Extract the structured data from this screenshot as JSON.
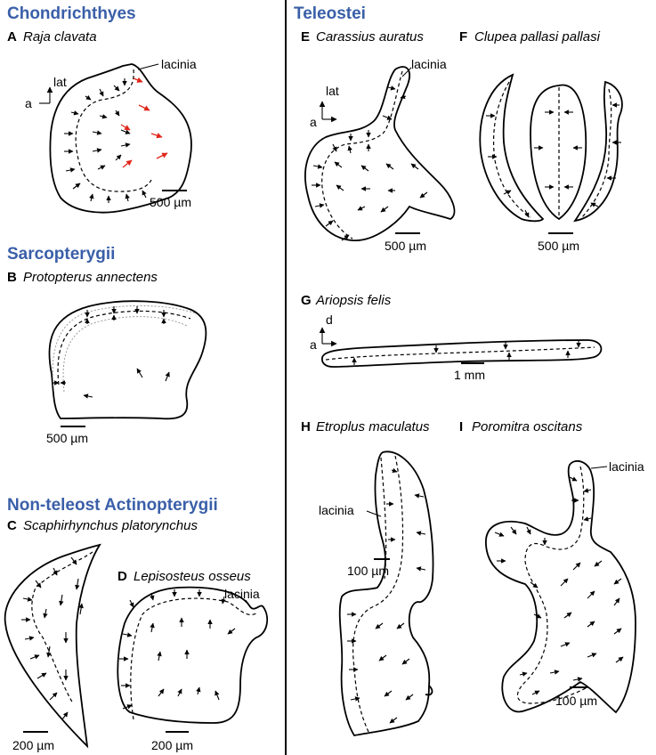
{
  "groups": {
    "chondrichthyes": "Chondrichthyes",
    "sarcopterygii": "Sarcopterygii",
    "non_teleost": "Non-teleost Actinopterygii",
    "teleostei": "Teleostei"
  },
  "panels": {
    "A": {
      "letter": "A",
      "species": "Raja clavata",
      "scale": "500 µm",
      "label": "lacinia"
    },
    "B": {
      "letter": "B",
      "species": "Protopterus annectens",
      "scale": "500 µm"
    },
    "C": {
      "letter": "C",
      "species": "Scaphirhynchus platorynchus",
      "scale": "200 µm"
    },
    "D": {
      "letter": "D",
      "species": "Lepisosteus osseus",
      "scale": "200 µm",
      "label": "lacinia"
    },
    "E": {
      "letter": "E",
      "species": "Carassius auratus",
      "scale": "500 µm",
      "label": "lacinia"
    },
    "F": {
      "letter": "F",
      "species": "Clupea pallasi pallasi",
      "scale": "500 µm"
    },
    "G": {
      "letter": "G",
      "species": "Ariopsis felis",
      "scale": "1 mm"
    },
    "H": {
      "letter": "H",
      "species": "Etroplus maculatus",
      "scale": "100 µm",
      "label": "lacinia"
    },
    "I": {
      "letter": "I",
      "species": "Poromitra oscitans",
      "scale": "100 µm",
      "label": "lacinia"
    }
  },
  "axes": {
    "A": {
      "vertical": "lat",
      "horizontal": "a"
    },
    "E": {
      "vertical": "lat",
      "horizontal": "a"
    },
    "G": {
      "vertical": "d",
      "horizontal": "a"
    }
  },
  "colors": {
    "group_heading": "#3a5fa8",
    "red_arrow": "#e0261a"
  }
}
